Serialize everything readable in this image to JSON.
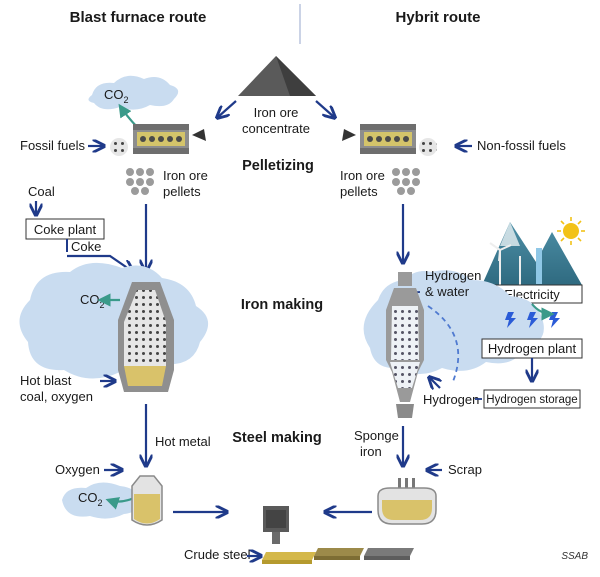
{
  "headers": {
    "left": "Blast furnace route",
    "right": "Hybrit route"
  },
  "stages": {
    "pelletizing": "Pelletizing",
    "iron_making": "Iron making",
    "steel_making": "Steel making"
  },
  "center": {
    "ore_line1": "Iron ore",
    "ore_line2": "concentrate"
  },
  "left": {
    "co2_top": "CO",
    "co2_mid": "CO",
    "co2_bottom": "CO",
    "co2_sub": "2",
    "fossil_fuels": "Fossil fuels",
    "pellets_line1": "Iron ore",
    "pellets_line2": "pellets",
    "coal": "Coal",
    "coke_plant": "Coke plant",
    "coke": "Coke",
    "hot_blast_line1": "Hot blast",
    "hot_blast_line2": "coal, oxygen",
    "hot_metal": "Hot metal",
    "oxygen": "Oxygen"
  },
  "right": {
    "non_fossil_fuels": "Non-fossil fuels",
    "pellets_line1": "Iron ore",
    "pellets_line2": "pellets",
    "hydrogen_water_line1": "Hydrogen",
    "hydrogen_water_line2": "& water",
    "electricity": "Electricity",
    "hydrogen_plant": "Hydrogen plant",
    "hydrogen": "Hydrogen",
    "hydrogen_storage": "Hydrogen storage",
    "sponge_line1": "Sponge",
    "sponge_line2": "iron",
    "scrap": "Scrap"
  },
  "bottom": {
    "crude_steel": "Crude steel"
  },
  "credit": "SSAB",
  "colors": {
    "arrow": "#1f3a8a",
    "cloud": "#c9dcf0",
    "furnace_gray": "#9a9a9a",
    "molten": "#d9c26a",
    "co2_arrow": "#3a9a8a"
  }
}
